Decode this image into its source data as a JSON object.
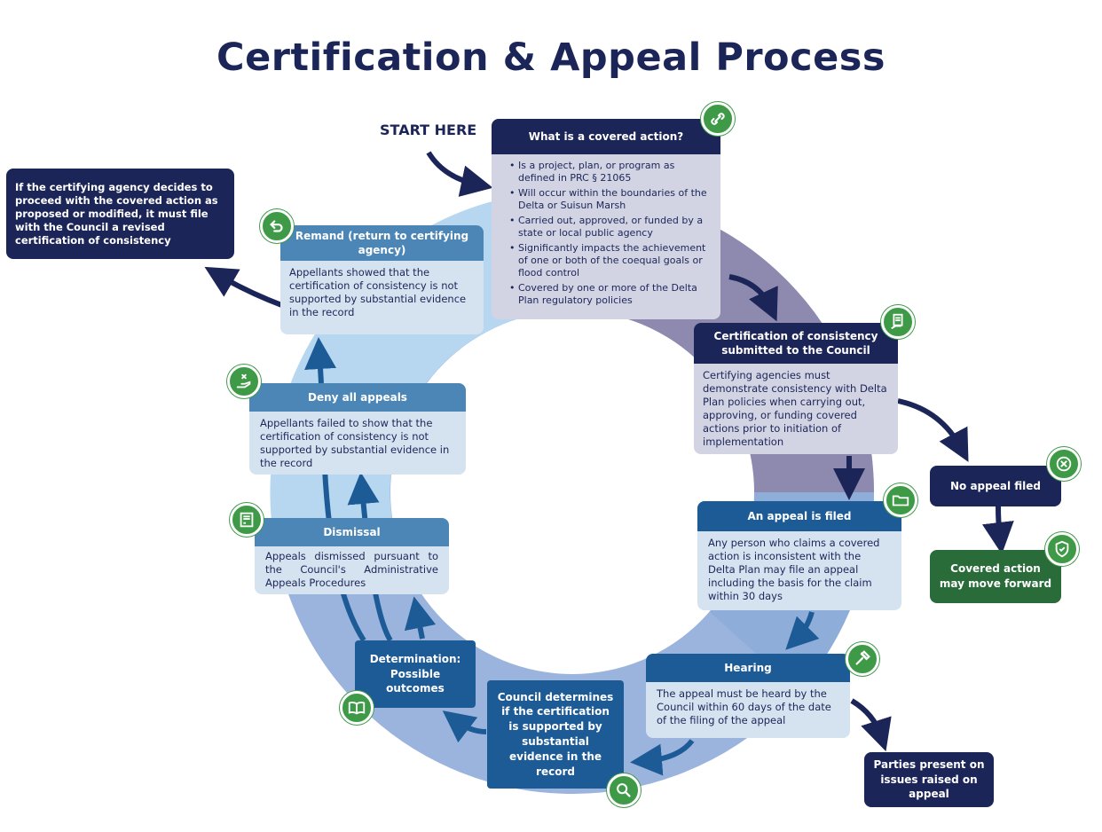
{
  "title": "Certification & Appeal Process",
  "start_label": "START HERE",
  "covered_action": {
    "title": "What is a covered action?",
    "bullets": [
      "Is a project, plan, or program as defined in PRC § 21065",
      "Will occur within the boundaries of the Delta or Suisun Marsh",
      "Carried out, approved, or funded by a state or local public agency",
      "Significantly impacts the achievement of one or both of the coequal goals or flood control",
      "Covered by one or more of the Delta Plan regulatory policies"
    ]
  },
  "certification": {
    "title": "Certification of consistency submitted to the Council",
    "body": "Certifying agencies must demonstrate consistency with Delta Plan policies when carrying out, approving, or funding covered actions prior to initiation of implementation"
  },
  "no_appeal": {
    "label": "No appeal filed"
  },
  "move_forward": {
    "label": "Covered action may move forward"
  },
  "appeal_filed": {
    "title": "An appeal is filed",
    "body": "Any person who claims a covered action is inconsistent with the Delta Plan may file an appeal including the basis for the claim within 30 days"
  },
  "hearing": {
    "title": "Hearing",
    "body": "The appeal must be heard by the Council within 60 days of the date of the filing of the appeal"
  },
  "parties": {
    "label": "Parties present on issues raised on appeal"
  },
  "council": {
    "label": "Council determines if the certification is supported by substantial evidence in the record"
  },
  "determination": {
    "label": "Determination: Possible outcomes"
  },
  "dismissal": {
    "title": "Dismissal",
    "body": "Appeals dismissed pursuant to the Council's Administrative Appeals Procedures"
  },
  "deny": {
    "title": "Deny all appeals",
    "body": "Appellants failed to show that the certification of consistency is not supported by substantial evidence in the record"
  },
  "remand": {
    "title": "Remand (return to certifying agency)",
    "body": "Appellants showed that the certification of consistency is not supported by substantial evidence in the record"
  },
  "revised": {
    "label": "If the certifying agency decides to proceed with the covered action as proposed or modified, it must file with the Council a revised certification of consistency"
  },
  "icons": {
    "covered_action": "chain-link-icon",
    "certification": "document-hand-icon",
    "no_appeal": "circle-x-icon",
    "move_forward": "shield-check-icon",
    "appeal_filed": "folder-icon",
    "hearing": "gavel-icon",
    "council": "magnifier-icon",
    "determination": "open-book-icon",
    "dismissal": "document-icon",
    "deny": "hand-x-icon",
    "remand": "return-arrow-icon"
  },
  "colors": {
    "navy": "#1c2557",
    "dark_blue": "#1d5b97",
    "mid_blue": "#4c86b6",
    "light_fill": "#d9e8f5",
    "green": "#3e9a47",
    "dark_green": "#2a6b3a",
    "ring_light": "#b6d6ef",
    "ring_purple": "#8a85ad",
    "ring_mid": "#8eaad8"
  }
}
